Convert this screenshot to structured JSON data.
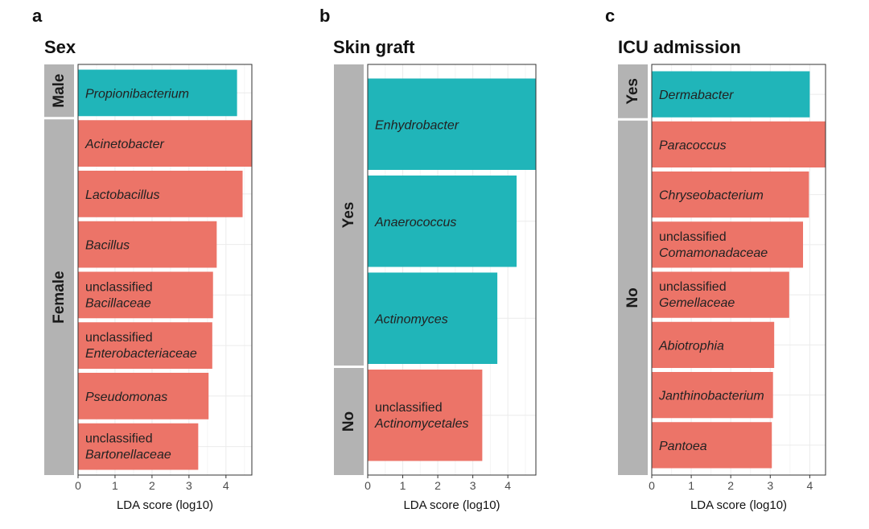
{
  "colors": {
    "group1": "#20b5b9",
    "group2": "#ec7468",
    "strip": "#b3b3b3",
    "grid": "#ebebeb"
  },
  "chart_data": [
    {
      "type": "bar",
      "panel": "a",
      "title": "Sex",
      "xlabel": "LDA score (log10)",
      "xlim": [
        0,
        4.7
      ],
      "xticks": [
        0,
        1,
        2,
        3,
        4
      ],
      "legend": "none",
      "strips": [
        {
          "label": "Male",
          "count": 1,
          "color_key": "group1"
        },
        {
          "label": "Female",
          "count": 7,
          "color_key": "group2"
        }
      ],
      "bars": [
        {
          "group": "Male",
          "prefix": "",
          "name": "Propionibacterium",
          "value": 4.3
        },
        {
          "group": "Female",
          "prefix": "",
          "name": "Acinetobacter",
          "value": 4.7
        },
        {
          "group": "Female",
          "prefix": "",
          "name": "Lactobacillus",
          "value": 4.45
        },
        {
          "group": "Female",
          "prefix": "",
          "name": "Bacillus",
          "value": 3.75
        },
        {
          "group": "Female",
          "prefix": "unclassified",
          "name": "Bacillaceae",
          "value": 3.65
        },
        {
          "group": "Female",
          "prefix": "unclassified",
          "name": "Enterobacteriaceae",
          "value": 3.63
        },
        {
          "group": "Female",
          "prefix": "",
          "name": "Pseudomonas",
          "value": 3.53
        },
        {
          "group": "Female",
          "prefix": "unclassified",
          "name": "Bartonellaceae",
          "value": 3.25
        }
      ]
    },
    {
      "type": "bar",
      "panel": "b",
      "title": "Skin graft",
      "xlabel": "LDA score (log10)",
      "xlim": [
        0,
        4.8
      ],
      "xticks": [
        0,
        1,
        2,
        3,
        4
      ],
      "legend": "none",
      "strips": [
        {
          "label": "Yes",
          "count": 3,
          "color_key": "group1"
        },
        {
          "label": "No",
          "count": 1,
          "color_key": "group2"
        }
      ],
      "bars": [
        {
          "group": "Yes",
          "prefix": "",
          "name": "Enhydrobacter",
          "value": 4.8
        },
        {
          "group": "Yes",
          "prefix": "",
          "name": "Anaerococcus",
          "value": 4.25
        },
        {
          "group": "Yes",
          "prefix": "",
          "name": "Actinomyces",
          "value": 3.7
        },
        {
          "group": "No",
          "prefix": "unclassified",
          "name": "Actinomycetales",
          "value": 3.27
        }
      ]
    },
    {
      "type": "bar",
      "panel": "c",
      "title": "ICU admission",
      "xlabel": "LDA score (log10)",
      "xlim": [
        0,
        4.4
      ],
      "xticks": [
        0,
        1,
        2,
        3,
        4
      ],
      "legend": "none",
      "strips": [
        {
          "label": "Yes",
          "count": 1,
          "color_key": "group1"
        },
        {
          "label": "No",
          "count": 7,
          "color_key": "group2"
        }
      ],
      "bars": [
        {
          "group": "Yes",
          "prefix": "",
          "name": "Dermabacter",
          "value": 4.0
        },
        {
          "group": "No",
          "prefix": "",
          "name": "Paracoccus",
          "value": 4.4
        },
        {
          "group": "No",
          "prefix": "",
          "name": "Chryseobacterium",
          "value": 3.98
        },
        {
          "group": "No",
          "prefix": "unclassified",
          "name": "Comamonadaceae",
          "value": 3.83
        },
        {
          "group": "No",
          "prefix": "unclassified",
          "name": "Gemellaceae",
          "value": 3.48
        },
        {
          "group": "No",
          "prefix": "",
          "name": "Abiotrophia",
          "value": 3.1
        },
        {
          "group": "No",
          "prefix": "",
          "name": "Janthinobacterium",
          "value": 3.07
        },
        {
          "group": "No",
          "prefix": "",
          "name": "Pantoea",
          "value": 3.04
        }
      ]
    }
  ]
}
